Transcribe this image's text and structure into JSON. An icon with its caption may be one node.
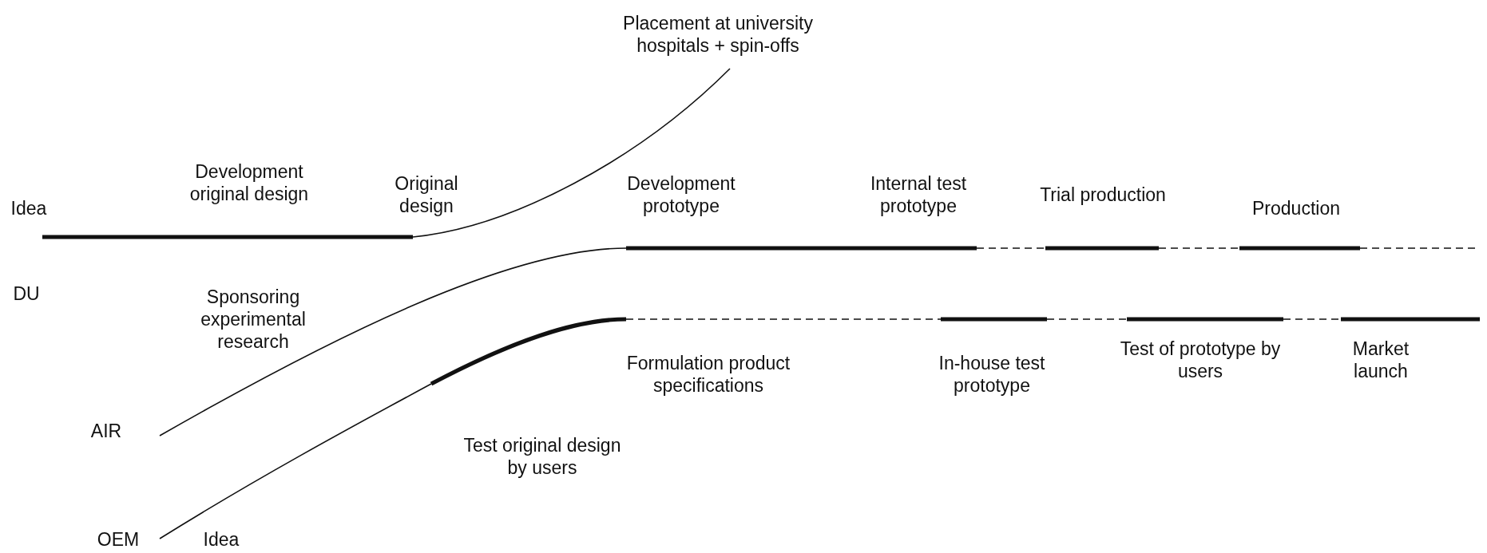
{
  "diagram": {
    "labels": [
      "Placement at university hospitals + spin-offs",
      "Development original design",
      "Idea",
      "Original design",
      "Development prototype",
      "Internal test prototype",
      "Trial production",
      "Production",
      "DU",
      "Sponsoring experimental research",
      "Formulation product specifications",
      "In-house test prototype",
      "Test of prototype by users",
      "Market launch",
      "AIR",
      "Test original design by users",
      "OEM",
      "Idea"
    ]
  }
}
